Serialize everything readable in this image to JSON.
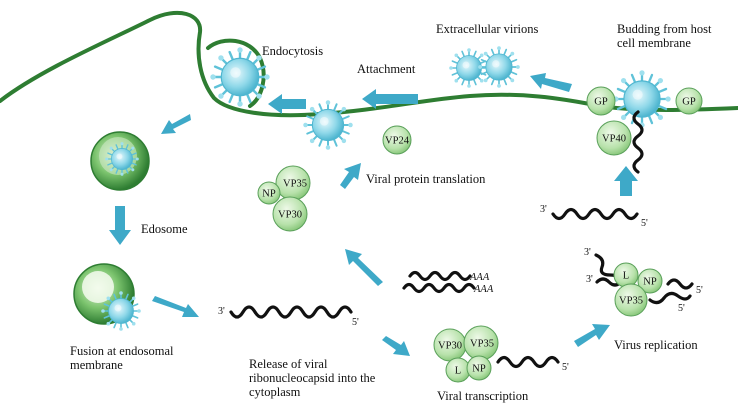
{
  "labels": {
    "endocytosis": "Endocytosis",
    "attachment": "Attachment",
    "extracellular": "Extracellular virions",
    "budding_1": "Budding from host",
    "budding_2": "cell membrane",
    "translation": "Viral protein translation",
    "edosome": "Edosome",
    "fusion_1": "Fusion at endosomal",
    "fusion_2": "membrane",
    "release_1": "Release of viral",
    "release_2": "ribonucleocapsid into the",
    "release_3": "cytoplasm",
    "transcription": "Viral transcription",
    "replication": "Virus replication"
  },
  "proteins": {
    "vp24": "VP24",
    "vp35": "VP35",
    "np": "NP",
    "vp30": "VP30",
    "gp": "GP",
    "vp40": "VP40",
    "l": "L"
  },
  "rna": {
    "three_prime": "3'",
    "five_prime": "5'",
    "poly_a": "AAA"
  },
  "colors": {
    "membrane": "#2e7d32",
    "arrow": "#3ea9c8",
    "virion": "#7fd3e6",
    "protein_fill": "#bde5b0",
    "protein_stroke": "#5aa05a",
    "rna": "#111111"
  }
}
